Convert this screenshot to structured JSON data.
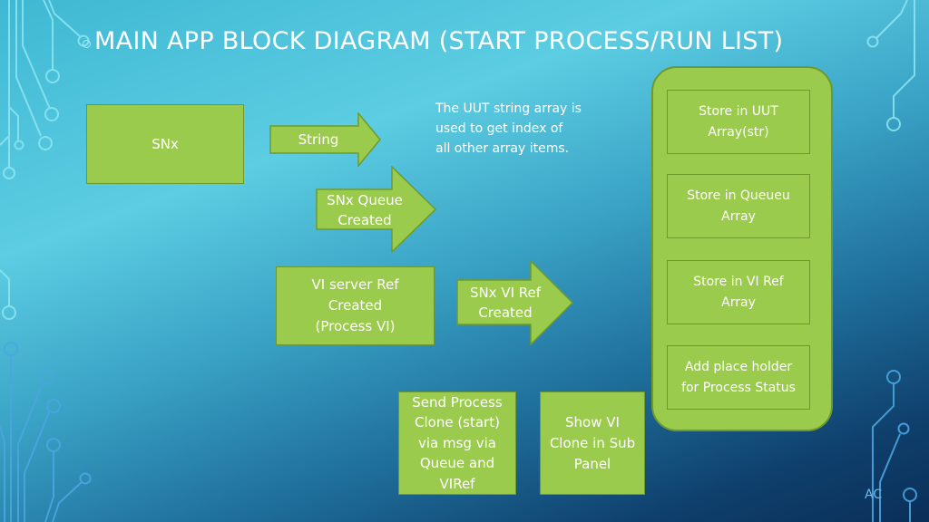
{
  "slide": {
    "title": "MAIN APP BLOCK DIAGRAM (START PROCESS/RUN LIST)",
    "footer": "AC",
    "colors": {
      "box_fill": "#9bcb4c",
      "box_border": "#6e9a2c",
      "text": "#ffffff",
      "circuit_light": "#8ee6f2",
      "circuit_dark": "#4aa6e0"
    }
  },
  "boxes": {
    "snx": "SNx",
    "vi_server_ref": "VI server Ref\nCreated\n(Process VI)",
    "send_process": "Send Process\nClone (start)\nvia msg via\nQueue and\nVIRef",
    "show_vi": "Show VI\nClone in Sub\nPanel"
  },
  "arrows": {
    "string": "String",
    "snx_queue": "SNx Queue\nCreated",
    "snx_vi_ref": "SNx VI Ref\nCreated"
  },
  "note": "The UUT string array is\nused to get index of\nall other array items.",
  "container": {
    "items": [
      "Store in UUT\nArray(str)",
      "Store in Queueu\nArray",
      "Store in VI Ref\nArray",
      "Add place holder\nfor Process Status"
    ]
  }
}
